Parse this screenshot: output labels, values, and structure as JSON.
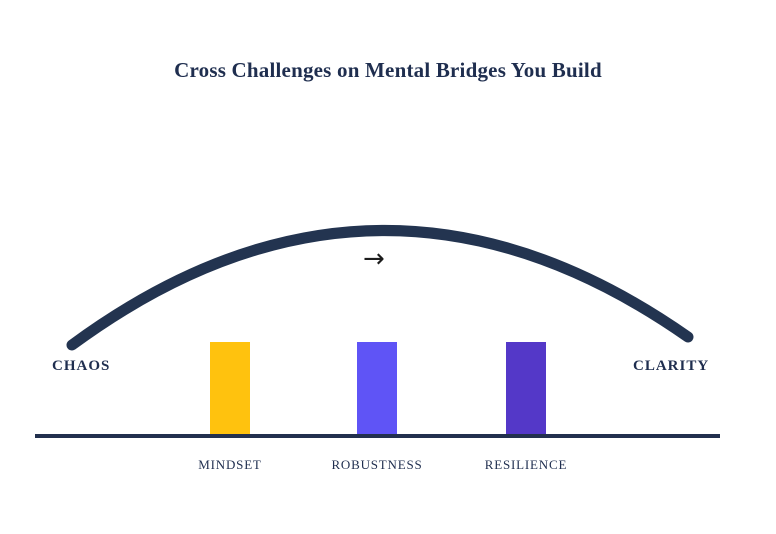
{
  "title": "Cross Challenges on Mental Bridges You Build",
  "bridge": {
    "left_label": "CHAOS",
    "right_label": "CLARITY",
    "arc_color": "#233450",
    "arrow_icon": "→"
  },
  "pillars": [
    {
      "label": "MINDSET",
      "color": "#ffc20e"
    },
    {
      "label": "ROBUSTNESS",
      "color": "#5f54f6"
    },
    {
      "label": "RESILIENCE",
      "color": "#5438c8"
    }
  ],
  "baseline_color": "#22304e",
  "text_color": "#1f2e4f"
}
